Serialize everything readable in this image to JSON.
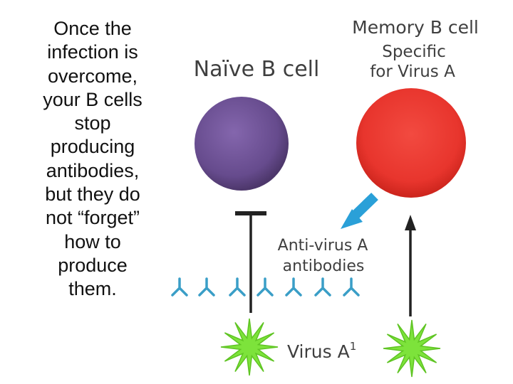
{
  "text_lines": [
    "Once the",
    "infection is",
    "overcome,",
    "your B cells",
    "stop",
    "producing",
    "antibodies,",
    "but they do",
    "not “forget”",
    "how to",
    "produce",
    "them."
  ],
  "diagram": {
    "memory_title": "Memory B cell",
    "specific_line1": "Specific",
    "specific_line2": "for Virus A",
    "naive_title": "Naïve B cell",
    "antibody_line1": "Anti-virus A",
    "antibody_line2": "antibodies",
    "virus_label": "Virus A",
    "virus_superscript": "1",
    "colors": {
      "naive_cell": "#6b4f93",
      "memory_cell": "#ea3a32",
      "antibody": "#3a9ec7",
      "arrow_blue": "#2aa0d8",
      "virus": "#7de33b",
      "line": "#222222"
    }
  }
}
